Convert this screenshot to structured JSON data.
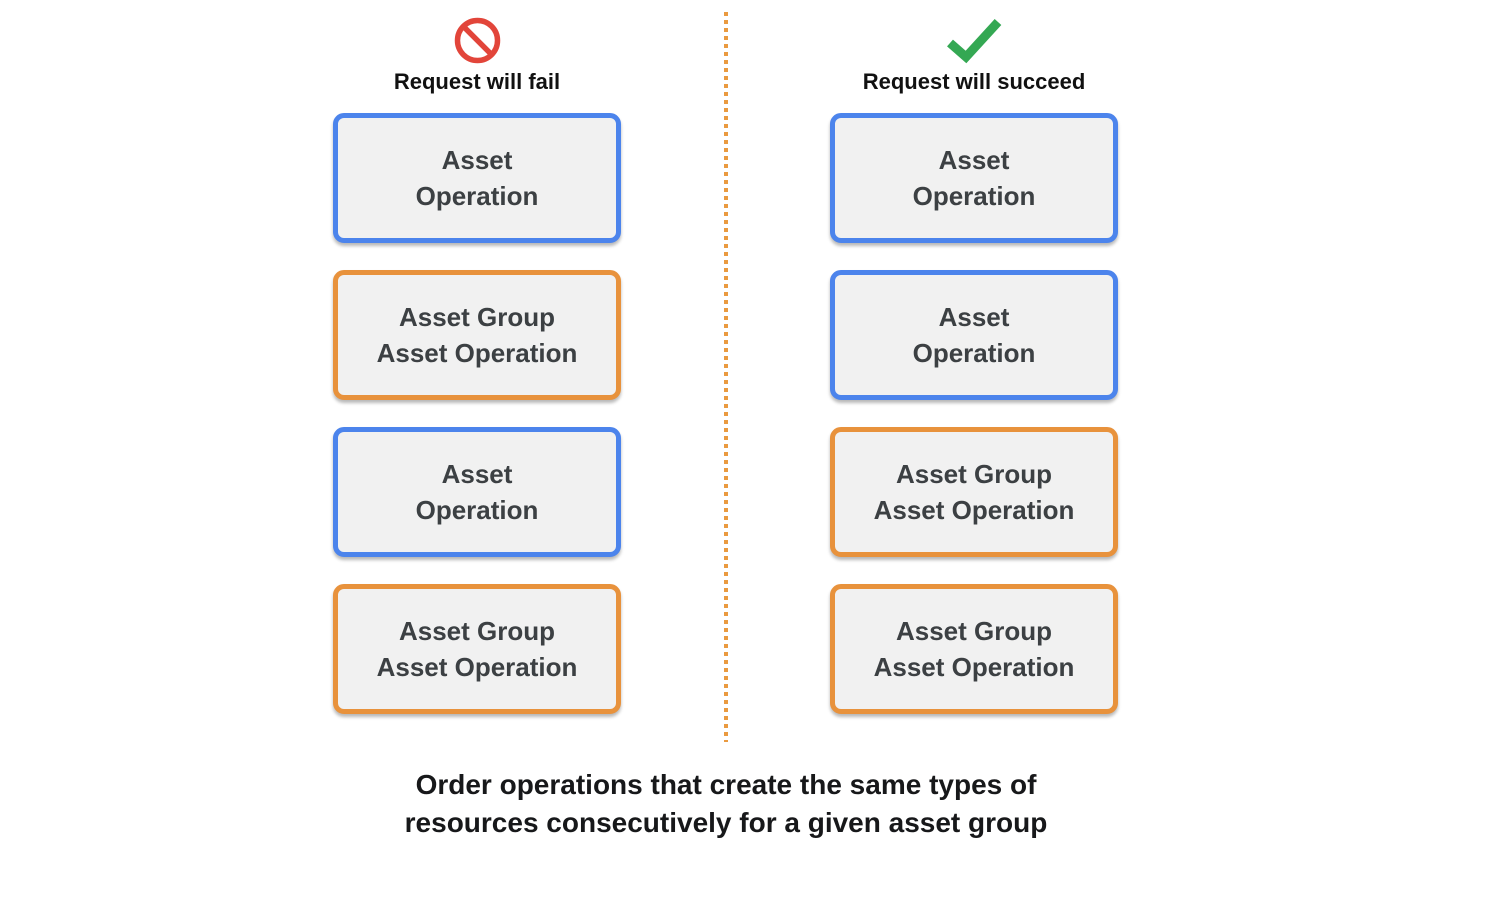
{
  "fail_column": {
    "header": "Request will fail",
    "icon": "prohibition-icon",
    "boxes": [
      {
        "type": "asset-operation",
        "line1": "Asset",
        "line2": "Operation"
      },
      {
        "type": "asset-group-asset-operation",
        "line1": "Asset Group",
        "line2": "Asset Operation"
      },
      {
        "type": "asset-operation",
        "line1": "Asset",
        "line2": "Operation"
      },
      {
        "type": "asset-group-asset-operation",
        "line1": "Asset Group",
        "line2": "Asset Operation"
      }
    ]
  },
  "succeed_column": {
    "header": "Request will succeed",
    "icon": "checkmark-icon",
    "boxes": [
      {
        "type": "asset-operation",
        "line1": "Asset",
        "line2": "Operation"
      },
      {
        "type": "asset-operation",
        "line1": "Asset",
        "line2": "Operation"
      },
      {
        "type": "asset-group-asset-operation",
        "line1": "Asset Group",
        "line2": "Asset Operation"
      },
      {
        "type": "asset-group-asset-operation",
        "line1": "Asset Group",
        "line2": "Asset Operation"
      }
    ]
  },
  "caption": {
    "line1": "Order operations that create the same types of",
    "line2": "resources consecutively for a given asset group"
  },
  "colors": {
    "asset_operation_border": "#4C84EC",
    "asset_group_border": "#E8923C",
    "box_background": "#F1F1F1",
    "box_text": "#3C4043",
    "fail_icon_red": "#E2453A",
    "succeed_icon_green": "#34A853",
    "divider_orange": "#EA9A40",
    "caption_text": "#17181A"
  }
}
